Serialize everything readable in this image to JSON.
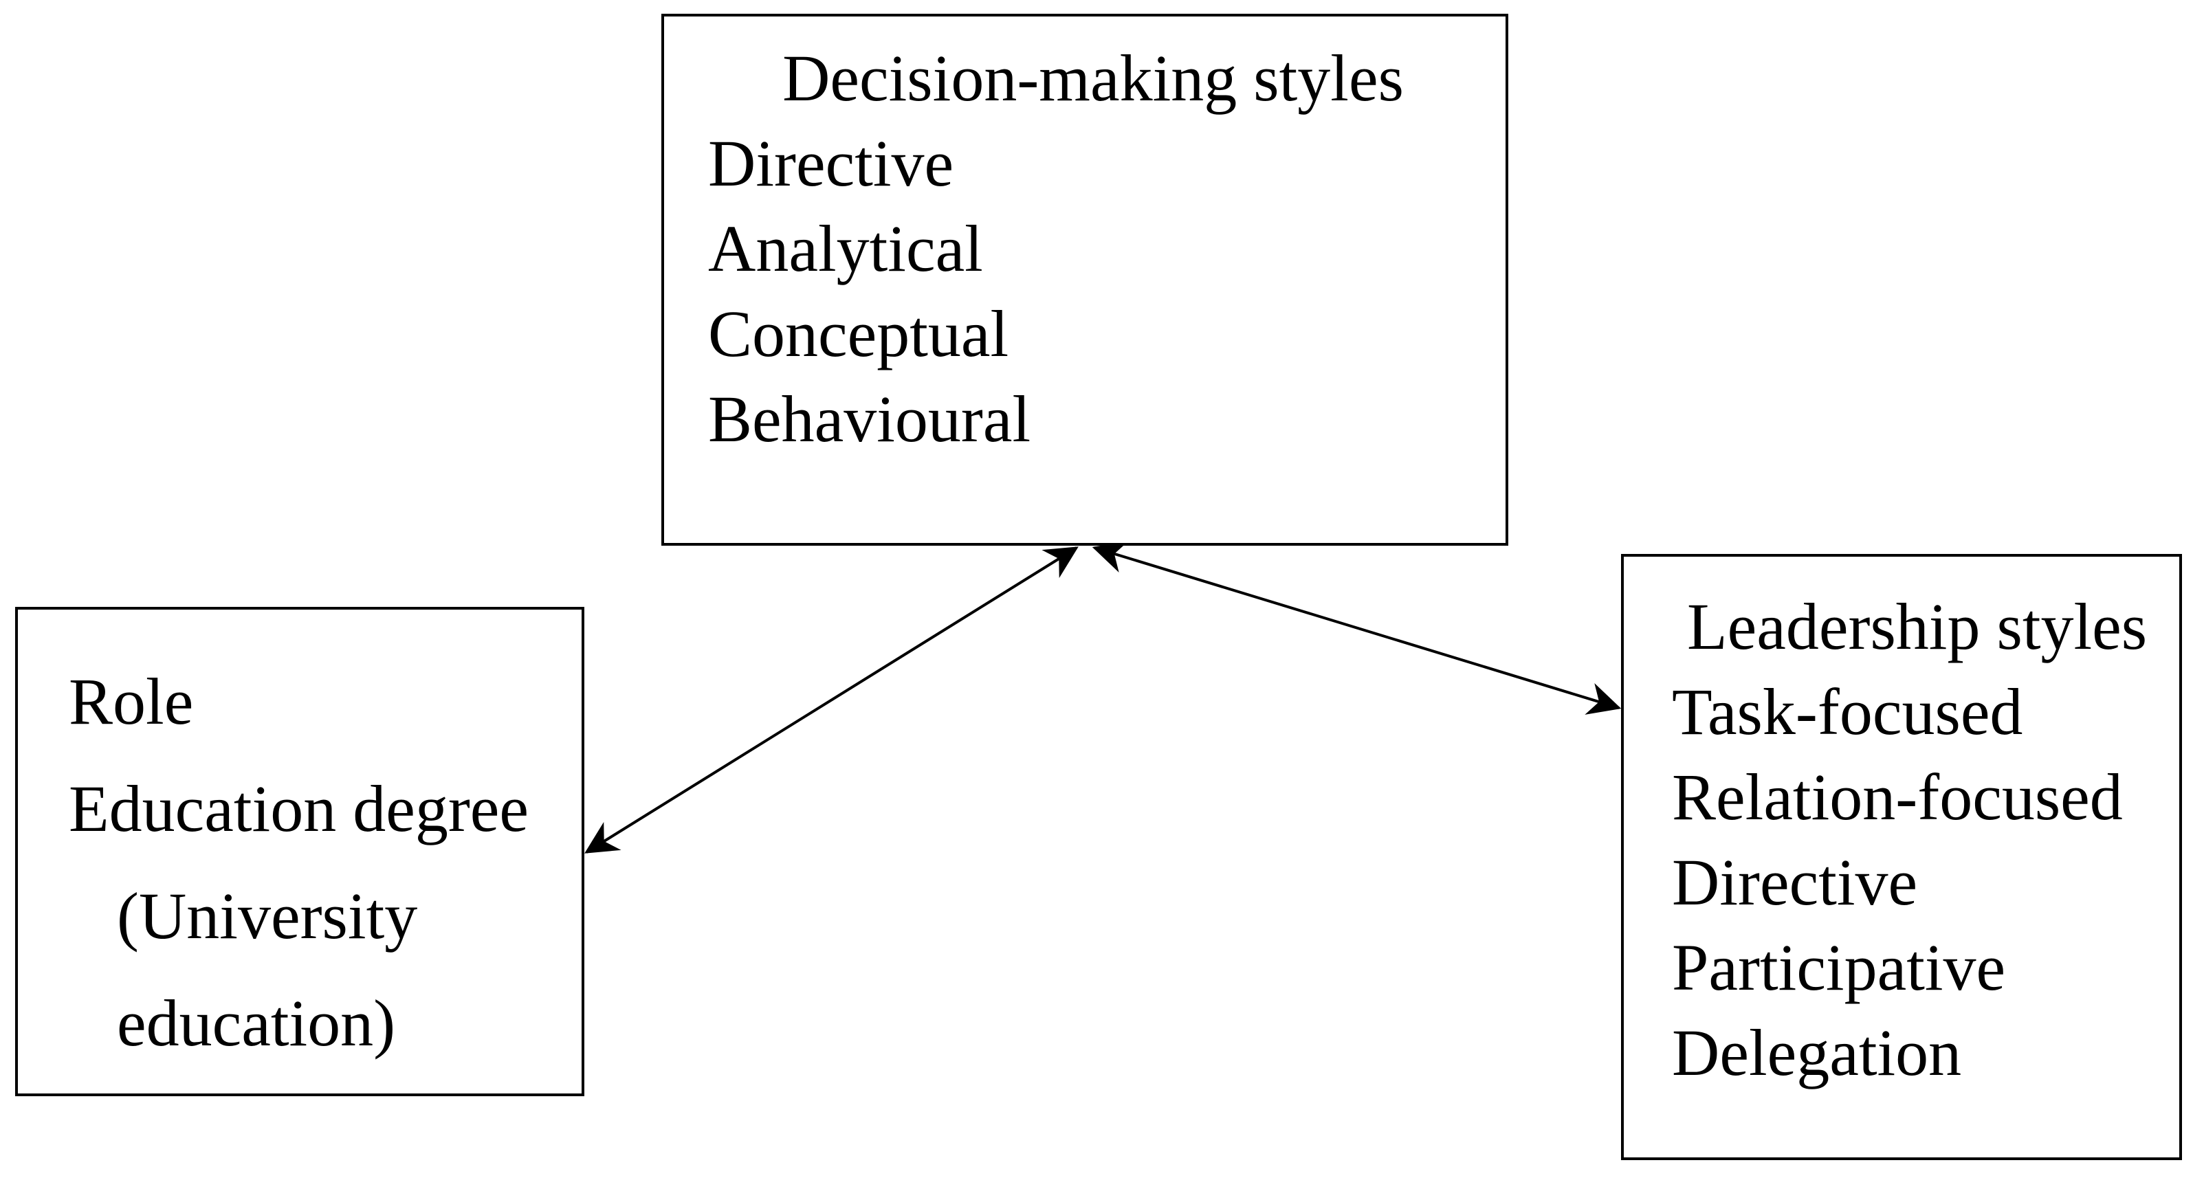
{
  "diagram": {
    "decision_box": {
      "title": "Decision-making styles",
      "items": [
        "Directive",
        "Analytical",
        "Conceptual",
        "Behavioural"
      ]
    },
    "education_box": {
      "lines": [
        "Role",
        "Education degree",
        "(University",
        "education)"
      ]
    },
    "leadership_box": {
      "title": "Leadership styles",
      "items": [
        "Task-focused",
        "Relation-focused",
        "Directive",
        "Participative",
        "Delegation"
      ]
    },
    "connectors": [
      {
        "from": "education-box",
        "to": "decision-box",
        "style": "double-headed-arrow"
      },
      {
        "from": "leadership-box",
        "to": "decision-box",
        "style": "double-headed-arrow"
      }
    ],
    "colors": {
      "background": "#ffffff",
      "border": "#000000",
      "text": "#000000",
      "arrow": "#000000"
    }
  }
}
